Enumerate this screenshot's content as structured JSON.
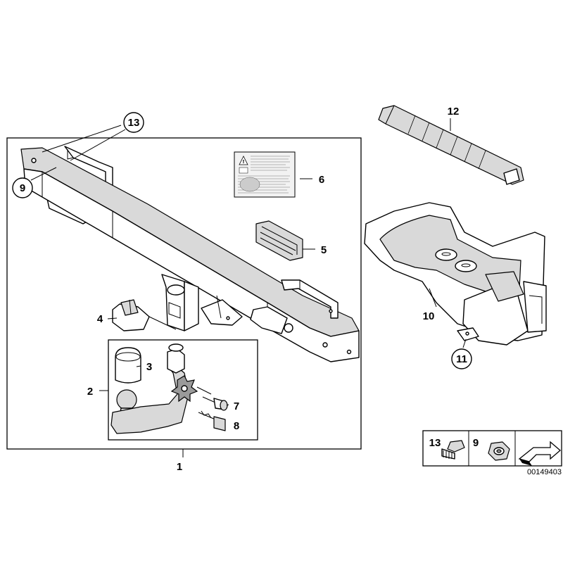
{
  "callouts": {
    "c1": "1",
    "c2": "2",
    "c3": "3",
    "c4": "4",
    "c5": "5",
    "c6": "6",
    "c7": "7",
    "c8": "8",
    "c9": "9",
    "c10": "10",
    "c11": "11",
    "c12": "12",
    "c13": "13"
  },
  "legend": {
    "bolt_number": "13",
    "nut_number": "9"
  },
  "drawing_number": "00149403",
  "icons": {
    "arrow": "next-page-arrow-icon"
  }
}
